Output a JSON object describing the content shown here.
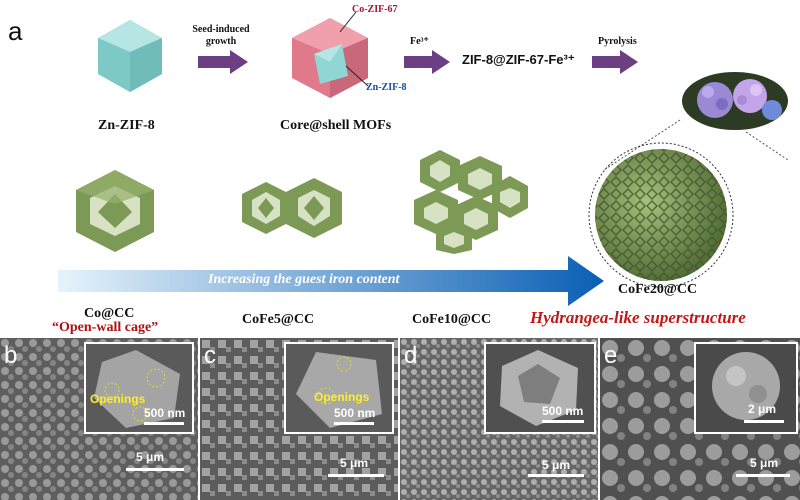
{
  "panel_a": {
    "label": "a",
    "top_row": {
      "zn_zif8": "Zn-ZIF-8",
      "seed_induced": "Seed-induced growth",
      "core_shell": "Core@shell MOFs",
      "co_zif67": "Co-ZIF-67",
      "zn_zif8_inner": "Zn-ZIF-8",
      "fe3": "Fe³⁺",
      "zif_fe": "ZIF-8@ZIF-67-Fe³⁺",
      "pyrolysis": "Pyrolysis"
    },
    "gradient_text": "Increasing the guest iron content",
    "samples": {
      "co_cc": "Co@CC",
      "open_wall": "“Open-wall cage”",
      "cofe5": "CoFe5@CC",
      "cofe10": "CoFe10@CC",
      "cofe20": "CoFe20@CC",
      "hydrangea": "Hydrangea-like  superstructure"
    }
  },
  "sem_panels": [
    {
      "label": "b",
      "main_scale": "5 μm",
      "inset_scale": "500 nm",
      "openings": "Openings"
    },
    {
      "label": "c",
      "main_scale": "5 μm",
      "inset_scale": "500 nm",
      "openings": "Openings"
    },
    {
      "label": "d",
      "main_scale": "5 μm",
      "inset_scale": "500 nm"
    },
    {
      "label": "e",
      "main_scale": "5 μm",
      "inset_scale": "2 μm"
    }
  ],
  "colors": {
    "arrow_purple": "#6b3f82",
    "cage_green": "#7c9a55",
    "shell_pink": "#e07a8a",
    "core_cyan": "#8fd6d4",
    "gradient_start": "#e6f3fb",
    "gradient_end": "#0a5fb4",
    "hydrangea_red": "#c01818",
    "open_wall_red": "#b01010"
  }
}
